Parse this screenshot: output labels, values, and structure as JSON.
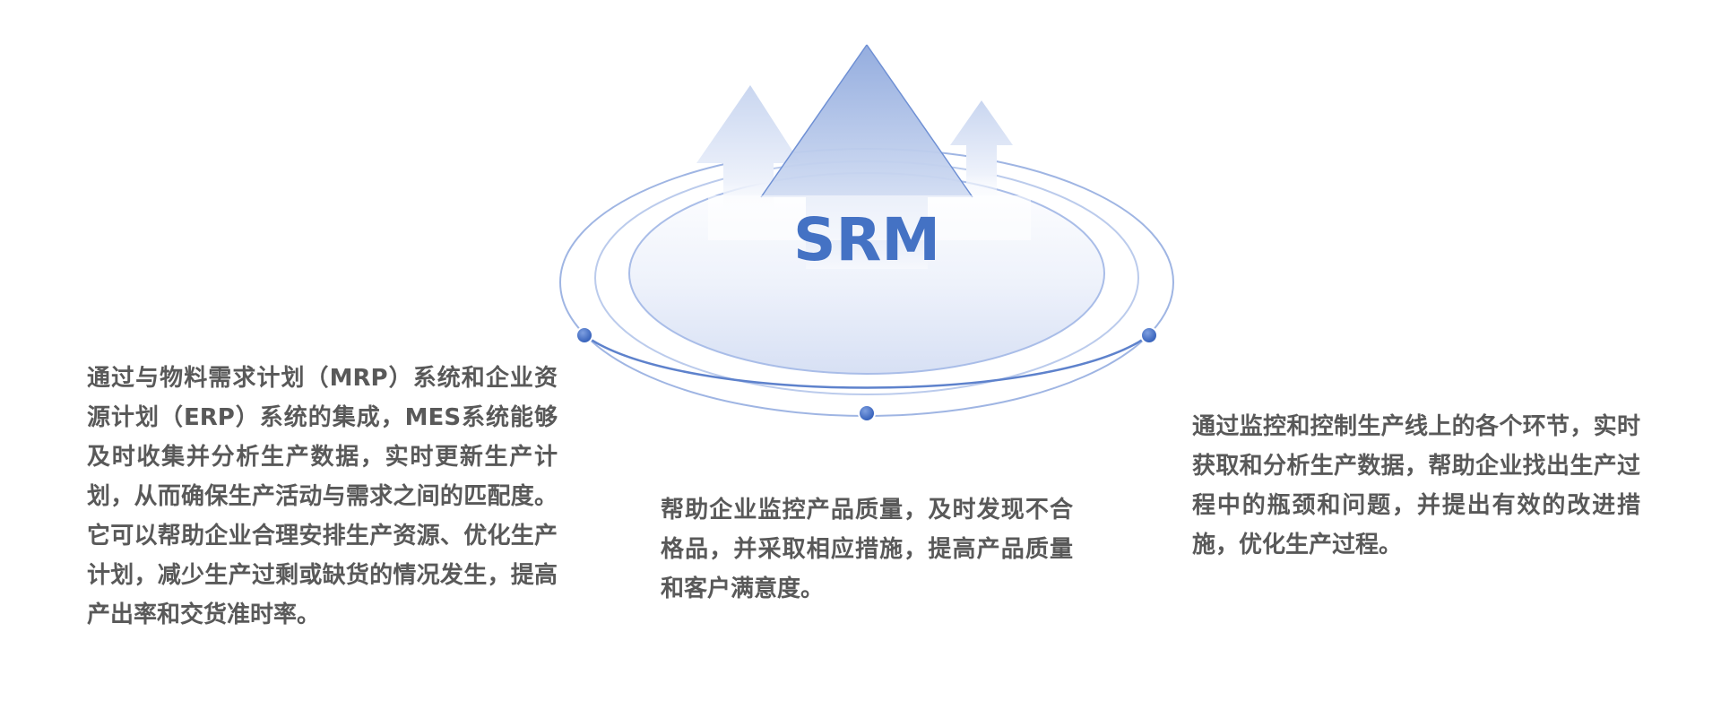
{
  "center": {
    "label": "SRM"
  },
  "descriptions": {
    "left": "通过与物料需求计划（MRP）系统和企业资源计划（ERP）系统的集成，MES系统能够及时收集并分析生产数据，实时更新生产计划，从而确保生产活动与需求之间的匹配度。它可以帮助企业合理安排生产资源、优化生产计划，减少生产过剩或缺货的情况发生，提高产出率和交货准时率。",
    "center": "帮助企业监控产品质量，及时发现不合格品，并采取相应措施，提高产品质量和客户满意度。",
    "right": "通过监控和控制生产线上的各个环节，实时获取和分析生产数据，帮助企业找出生产过程中的瓶颈和问题，并提出有效的改进措施，优化生产过程。"
  },
  "colors": {
    "accent": "#4472C4",
    "text": "#595959",
    "arrow_light": "#E4EAF7",
    "ellipse_fill": "#DCE4F5"
  }
}
